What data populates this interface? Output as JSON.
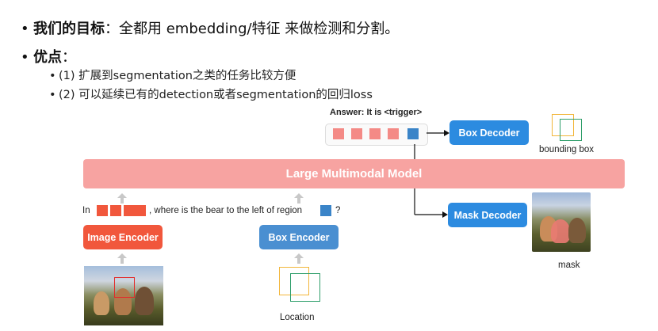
{
  "bullets": {
    "line1_bold": "我们的目标",
    "line1_rest": "：全都用 embedding/特征 来做检测和分割。",
    "line2_bold": "优点",
    "line2_rest": "：",
    "sub1": "(1) 扩展到segmentation之类的任务比较方便",
    "sub2": "(2) 可以延续已有的detection或者segmentation的回归loss"
  },
  "diagram": {
    "answer_label": "Answer: It is <trigger>",
    "llm_label": "Large Multimodal Model",
    "box_decoder": "Box Decoder",
    "mask_decoder": "Mask Decoder",
    "image_encoder": "Image Encoder",
    "box_encoder": "Box Encoder",
    "bounding_box_label": "bounding box",
    "mask_label": "mask",
    "location_label": "Location",
    "prompt_prefix": "In",
    "prompt_middle": ", where is the bear to the left of region",
    "prompt_suffix": "?",
    "colors": {
      "llm": "#f7a3a1",
      "decoder": "#2c8be0",
      "image_encoder": "#f1573c",
      "box_encoder": "#4a8fd1",
      "token_pink": "#f48a86",
      "token_blue": "#3a84c8",
      "loc_orange": "#f2b63a",
      "loc_green": "#2e9e6a"
    }
  }
}
